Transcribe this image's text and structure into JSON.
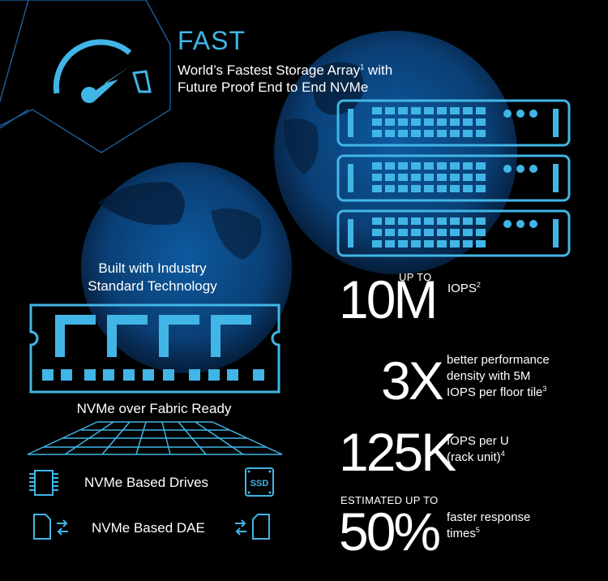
{
  "fast": {
    "title": "FAST",
    "subtitle_line1": "World’s Fastest Storage Array",
    "subtitle_line1_sup": "1",
    "subtitle_line1_end": " with",
    "subtitle_line2": "Future Proof End to End NVMe"
  },
  "left": {
    "built_line1": "Built with Industry",
    "built_line2": "Standard Technology",
    "fabric": "NVMe over Fabric Ready",
    "drives": "NVMe Based Drives",
    "dae": "NVMe Based DAE",
    "ssd_label": "SSD"
  },
  "stats": {
    "iops": {
      "pre": "UP TO",
      "big": "10M",
      "desc": "IOPS",
      "sup": "2"
    },
    "density": {
      "big": "3X",
      "line1": "better performance",
      "line2": "density with 5M",
      "line3": "IOPS per floor tile",
      "sup": "3"
    },
    "rack": {
      "big": "125K",
      "line1": "IOPS per U",
      "line2": "(rack unit)",
      "sup": "4"
    },
    "response": {
      "pre": "ESTIMATED UP TO",
      "big": "50%",
      "line1": "faster response",
      "line2": "times",
      "sup": "5"
    }
  },
  "colors": {
    "accent": "#41b6e6",
    "globe": "#0b4f8c",
    "background": "#000000"
  }
}
